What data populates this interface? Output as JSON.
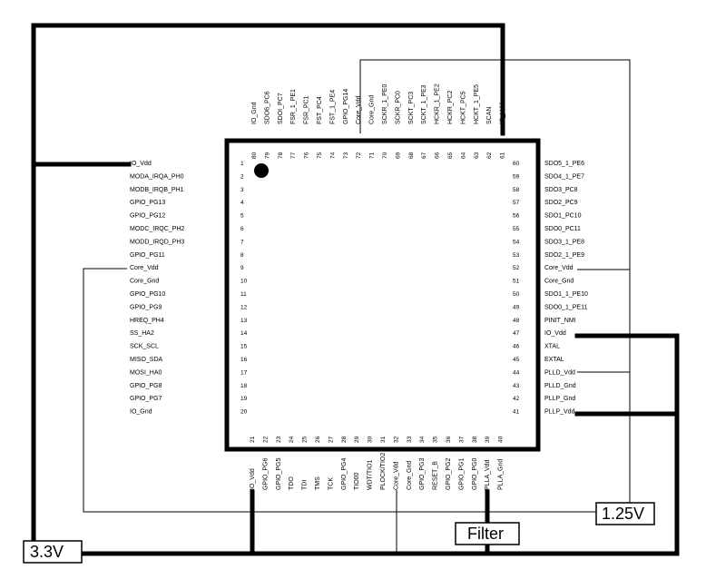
{
  "chip": {
    "left_pins": [
      {
        "num": "1",
        "label": "IO_Vdd"
      },
      {
        "num": "2",
        "label": "MODA_IRQA_PH0"
      },
      {
        "num": "3",
        "label": "MODB_IRQB_PH1"
      },
      {
        "num": "4",
        "label": "GPIO_PG13"
      },
      {
        "num": "5",
        "label": "GPIO_PG12"
      },
      {
        "num": "6",
        "label": "MODC_IRQC_PH2"
      },
      {
        "num": "7",
        "label": "MODD_IRQD_PH3"
      },
      {
        "num": "8",
        "label": "GPIO_PG11"
      },
      {
        "num": "9",
        "label": "Core_Vdd"
      },
      {
        "num": "10",
        "label": "Core_Gnd"
      },
      {
        "num": "11",
        "label": "GPIO_PG10"
      },
      {
        "num": "12",
        "label": "GPIO_PG9"
      },
      {
        "num": "13",
        "label": "HREQ_PH4"
      },
      {
        "num": "14",
        "label": "SS_HA2"
      },
      {
        "num": "15",
        "label": "SCK_SCL"
      },
      {
        "num": "16",
        "label": "MISO_SDA"
      },
      {
        "num": "17",
        "label": "MOSI_HA0"
      },
      {
        "num": "18",
        "label": "GPIO_PG8"
      },
      {
        "num": "19",
        "label": "GPIO_PG7"
      },
      {
        "num": "20",
        "label": "IO_Gnd"
      }
    ],
    "right_pins": [
      {
        "num": "60",
        "label": "SDO5_1_PE6"
      },
      {
        "num": "59",
        "label": "SDO4_1_PE7"
      },
      {
        "num": "58",
        "label": "SDO3_PC8"
      },
      {
        "num": "57",
        "label": "SDO2_PC9"
      },
      {
        "num": "56",
        "label": "SDO1_PC10"
      },
      {
        "num": "55",
        "label": "SDO0_PC11"
      },
      {
        "num": "54",
        "label": "SDO3_1_PE8"
      },
      {
        "num": "53",
        "label": "SDO2_1_PE9"
      },
      {
        "num": "52",
        "label": "Core_Vdd"
      },
      {
        "num": "51",
        "label": "Core_Gnd"
      },
      {
        "num": "50",
        "label": "SDO1_1_PE10"
      },
      {
        "num": "49",
        "label": "SDO0_1_PE11"
      },
      {
        "num": "48",
        "label": "PINIT_NMI"
      },
      {
        "num": "47",
        "label": "IO_Vdd"
      },
      {
        "num": "46",
        "label": "XTAL"
      },
      {
        "num": "45",
        "label": "EXTAL"
      },
      {
        "num": "44",
        "label": "PLLD_Vdd"
      },
      {
        "num": "43",
        "label": "PLLD_Gnd"
      },
      {
        "num": "42",
        "label": "PLLP_Gnd"
      },
      {
        "num": "41",
        "label": "PLLP_Vdd"
      }
    ],
    "top_pins": [
      {
        "num": "80",
        "label": "IO_Gnd"
      },
      {
        "num": "79",
        "label": "SDO6_PC6"
      },
      {
        "num": "78",
        "label": "SDOI_PC7"
      },
      {
        "num": "77",
        "label": "FSR_1_PE1"
      },
      {
        "num": "76",
        "label": "FSR_PC1"
      },
      {
        "num": "75",
        "label": "FST_PC4"
      },
      {
        "num": "74",
        "label": "FST_1_PE4"
      },
      {
        "num": "73",
        "label": "GPIO_PG14"
      },
      {
        "num": "72",
        "label": "Core_Vdd"
      },
      {
        "num": "71",
        "label": "Core_Gnd"
      },
      {
        "num": "70",
        "label": "SCKR_1_PE0"
      },
      {
        "num": "69",
        "label": "SCKR_PC0"
      },
      {
        "num": "68",
        "label": "SCKT_PC3"
      },
      {
        "num": "67",
        "label": "SCKT_1_PE3"
      },
      {
        "num": "66",
        "label": "HCKR_1_PE2"
      },
      {
        "num": "65",
        "label": "HCKR_PC2"
      },
      {
        "num": "64",
        "label": "HCKT_PC5"
      },
      {
        "num": "63",
        "label": "HCKT_1_PE5"
      },
      {
        "num": "62",
        "label": "SCAN"
      },
      {
        "num": "61",
        "label": "IO_Vdd"
      }
    ],
    "bottom_pins": [
      {
        "num": "21",
        "label": "IO_Vdd"
      },
      {
        "num": "22",
        "label": "GPIO_PG6"
      },
      {
        "num": "23",
        "label": "GPIO_PG5"
      },
      {
        "num": "24",
        "label": "TDO"
      },
      {
        "num": "25",
        "label": "TDI"
      },
      {
        "num": "26",
        "label": "TMS"
      },
      {
        "num": "27",
        "label": "TCK"
      },
      {
        "num": "28",
        "label": "GPIO_PG4"
      },
      {
        "num": "29",
        "label": "TIO00"
      },
      {
        "num": "30",
        "label": "WDT/TIO1"
      },
      {
        "num": "31",
        "label": "PLOCK/TIO2"
      },
      {
        "num": "32",
        "label": "Core_Vdd"
      },
      {
        "num": "33",
        "label": "Core_Gnd"
      },
      {
        "num": "34",
        "label": "GPIO_PG3"
      },
      {
        "num": "35",
        "label": "RESET_B"
      },
      {
        "num": "36",
        "label": "GPIO_PG2"
      },
      {
        "num": "37",
        "label": "GPIO_PG1"
      },
      {
        "num": "38",
        "label": "GPIO_PG0"
      },
      {
        "num": "39",
        "label": "PLLA_Vdd"
      },
      {
        "num": "40",
        "label": "PLLA_Gnd"
      }
    ]
  },
  "labels": {
    "v33": "3.3V",
    "v125": "1.25V",
    "filter": "Filter"
  }
}
